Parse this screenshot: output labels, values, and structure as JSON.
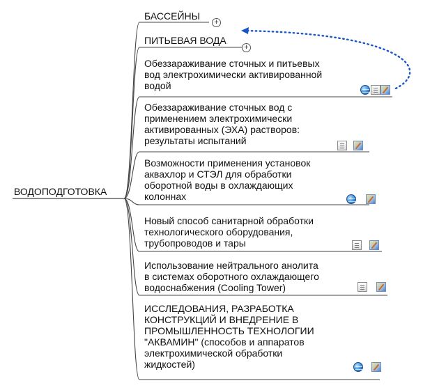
{
  "root": {
    "label": "ВОДОПОДГОТОВКА"
  },
  "branches": [
    {
      "label": "БАССЕЙНЫ",
      "expandable": true,
      "icons": []
    },
    {
      "label": "ПИТЬЕВАЯ ВОДА",
      "expandable": true,
      "icons": []
    },
    {
      "label": "Обеззараживание сточных и питьевых\nвод электрохимически активированной\nводой",
      "expandable": false,
      "icons": [
        "web-icon",
        "note-icon",
        "edit-icon"
      ]
    },
    {
      "label": "Обеззараживание сточных вод с\nприменением электрохимически\nактивированных (ЭХА) растворов:\nрезультаты испытаний",
      "expandable": false,
      "icons": [
        "note-icon",
        "edit-icon"
      ]
    },
    {
      "label": "Возможности применения установок\nаквахлор и СТЭЛ для обработки\nоборотной воды в охлаждающих\nколоннах",
      "expandable": false,
      "icons": [
        "web-icon",
        "edit-icon"
      ]
    },
    {
      "label": "Новый способ санитарной обработки\nтехнологического оборудования,\nтрубопроводов и тары",
      "expandable": false,
      "icons": [
        "note-icon",
        "edit-icon"
      ]
    },
    {
      "label": "Использование нейтрального анолита\nв системах оборотного охлаждающего\nводоснабжения (Cooling Tower)",
      "expandable": false,
      "icons": [
        "note-icon",
        "edit-icon"
      ]
    },
    {
      "label": "ИССЛЕДОВАНИЯ, РАЗРАБОТКА\nКОНСТРУКЦИЙ И ВНЕДРЕНИЕ В\nПРОМЫШЛЕННОСТЬ ТЕХНОЛОГИИ\n\"АКВАМИН\" (способов и аппаратов\nэлектрохимической обработки\nжидкостей)",
      "expandable": false,
      "icons": [
        "web-icon",
        "edit-icon"
      ]
    }
  ],
  "expander_symbol": "+",
  "colors": {
    "line": "#444444",
    "link": "#1a55c8"
  }
}
